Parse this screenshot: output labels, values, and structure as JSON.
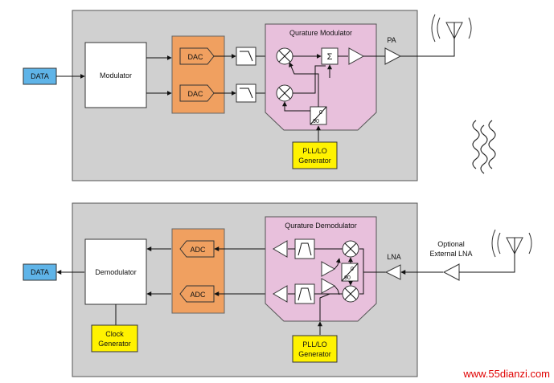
{
  "transmitter": {
    "data_label": "DATA",
    "modulator_label": "Modulator",
    "dac_top": "DAC",
    "dac_bottom": "DAC",
    "quadrature_title": "Qurature Modulator",
    "sum_symbol": "Σ",
    "phase_0": "0",
    "phase_90": "90",
    "pa_label": "PA",
    "pll_line1": "PLL/LO",
    "pll_line2": "Generator"
  },
  "receiver": {
    "data_label": "DATA",
    "demodulator_label": "Demodulator",
    "adc_top": "ADC",
    "adc_bottom": "ADC",
    "quadrature_title": "Qurature Demodulator",
    "phase_0": "0",
    "phase_90": "90",
    "lna_label": "LNA",
    "optional_line1": "Optional",
    "optional_line2": "External LNA",
    "clock_line1": "Clock",
    "clock_line2": "Generator",
    "pll_line1": "PLL/LO",
    "pll_line2": "Generator"
  },
  "watermark": "www.55dianzi.com",
  "colors": {
    "panel": "#d0d0d0",
    "converter": "#f0a060",
    "quadrature": "#e8c0dc",
    "data_box": "#5fb4e8",
    "generator": "#fff200",
    "watermark": "#e00000"
  }
}
